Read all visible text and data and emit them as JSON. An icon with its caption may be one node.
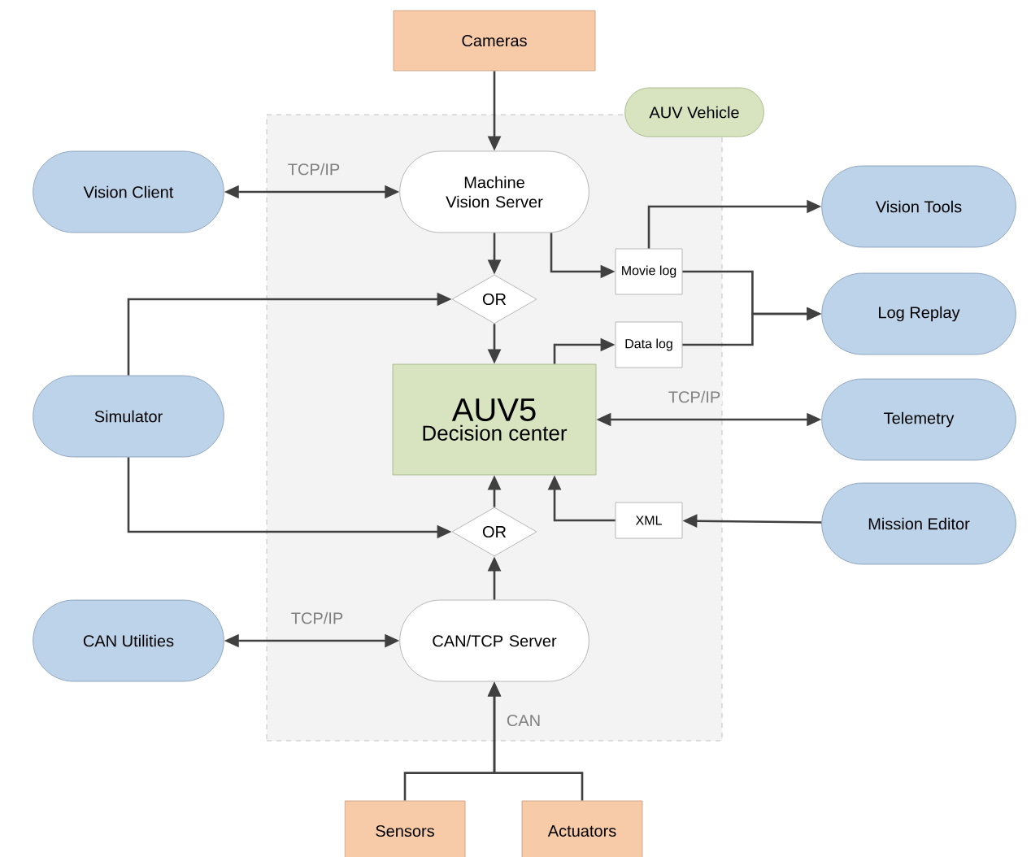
{
  "diagram": {
    "nodes": [
      {
        "text": [
          "AUV Vehicle"
        ]
      },
      {
        "text": [
          "Cameras"
        ]
      },
      {
        "text": [
          "Vision Client"
        ]
      },
      {
        "text": [
          "Machine Vision Server"
        ],
        "in": 0
      },
      {
        "text": [
          "Vision Tools"
        ]
      },
      {
        "text": [
          "OR"
        ],
        "in": 0
      },
      {
        "text": [
          "Movie log"
        ],
        "in": 0
      },
      {
        "text": [
          "Log Replay"
        ]
      },
      {
        "text": [
          "Data log"
        ],
        "in": 0
      },
      {
        "text": [
          "Simulator"
        ]
      },
      {
        "text": [
          "AUV5",
          "Decision center"
        ],
        "in": 0
      },
      {
        "text": [
          "Telemetry"
        ]
      },
      {
        "text": [
          "OR"
        ],
        "in": 0
      },
      {
        "text": [
          "XML"
        ],
        "in": 0
      },
      {
        "text": [
          "Mission Editor"
        ]
      },
      {
        "text": [
          "CAN Utilities"
        ]
      },
      {
        "text": [
          "CAN/TCP Server"
        ],
        "in": 0
      },
      {
        "text": [
          "Sensors"
        ]
      },
      {
        "text": [
          "Actuators"
        ]
      }
    ],
    "edges": [
      {
        "from": 1,
        "to": 3,
        "arrow": "to"
      },
      {
        "from": 2,
        "to": 3,
        "arrow": "both",
        "label": "TCP/IP"
      },
      {
        "from": 3,
        "to": 5,
        "arrow": "to"
      },
      {
        "from": 3,
        "to": 6,
        "arrow": "to"
      },
      {
        "from": 6,
        "to": 4,
        "arrow": "to"
      },
      {
        "from": 6,
        "to": 7,
        "arrow": "to"
      },
      {
        "from": 8,
        "to": 7,
        "arrow": "to"
      },
      {
        "from": 9,
        "to": 5,
        "arrow": "to"
      },
      {
        "from": 5,
        "to": 10,
        "arrow": "to"
      },
      {
        "from": 10,
        "to": 8,
        "arrow": "to"
      },
      {
        "from": 10,
        "to": 11,
        "arrow": "both",
        "label": "TCP/IP"
      },
      {
        "from": 9,
        "to": 12,
        "arrow": "to"
      },
      {
        "from": 12,
        "to": 10,
        "arrow": "to"
      },
      {
        "from": 14,
        "to": 13,
        "arrow": "to"
      },
      {
        "from": 13,
        "to": 10,
        "arrow": "to"
      },
      {
        "from": 15,
        "to": 16,
        "arrow": "both",
        "label": "TCP/IP"
      },
      {
        "from": 16,
        "to": 12,
        "arrow": "to"
      },
      {
        "from": 17,
        "to": 16,
        "arrow": "to",
        "label": "CAN"
      },
      {
        "from": 18,
        "to": 16,
        "arrow": "to"
      }
    ]
  }
}
